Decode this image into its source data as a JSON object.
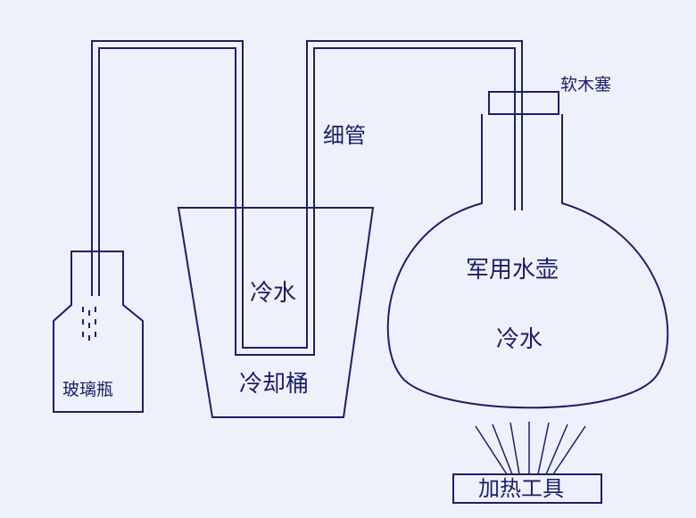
{
  "labels": {
    "cork": "软木塞",
    "thin_tube": "细管",
    "canteen": "军用水壶",
    "cold_water_canteen": "冷水",
    "cold_water_bucket": "冷水",
    "cooling_bucket": "冷却桶",
    "glass_bottle": "玻璃瓶",
    "heating_tool": "加热工具"
  },
  "colors": {
    "line": "#1a2068",
    "background": "#eef1fb"
  }
}
